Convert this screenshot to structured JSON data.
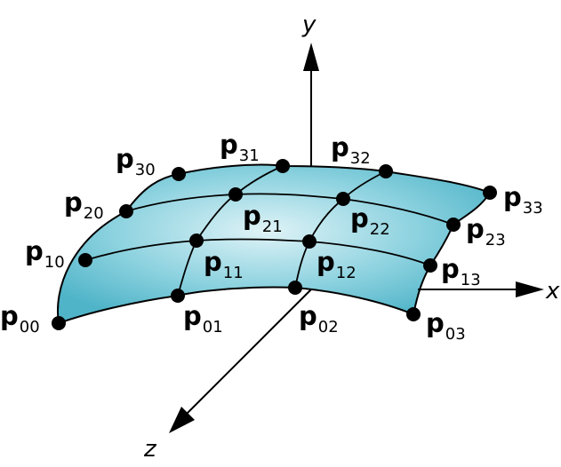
{
  "figure": {
    "axes": {
      "x": "x",
      "y": "y",
      "z": "z"
    },
    "control_points": [
      {
        "id": "p00",
        "letter": "p",
        "sub": "00"
      },
      {
        "id": "p01",
        "letter": "p",
        "sub": "01"
      },
      {
        "id": "p02",
        "letter": "p",
        "sub": "02"
      },
      {
        "id": "p03",
        "letter": "p",
        "sub": "03"
      },
      {
        "id": "p10",
        "letter": "p",
        "sub": "10"
      },
      {
        "id": "p11",
        "letter": "p",
        "sub": "11"
      },
      {
        "id": "p12",
        "letter": "p",
        "sub": "12"
      },
      {
        "id": "p13",
        "letter": "p",
        "sub": "13"
      },
      {
        "id": "p20",
        "letter": "p",
        "sub": "20"
      },
      {
        "id": "p21",
        "letter": "p",
        "sub": "21"
      },
      {
        "id": "p22",
        "letter": "p",
        "sub": "22"
      },
      {
        "id": "p23",
        "letter": "p",
        "sub": "23"
      },
      {
        "id": "p30",
        "letter": "p",
        "sub": "30"
      },
      {
        "id": "p31",
        "letter": "p",
        "sub": "31"
      },
      {
        "id": "p32",
        "letter": "p",
        "sub": "32"
      },
      {
        "id": "p33",
        "letter": "p",
        "sub": "33"
      }
    ],
    "colors": {
      "surface_light": "#dff3f7",
      "surface_mid": "#8fd3e0",
      "surface_dark": "#4fb4c8",
      "ink": "#000000"
    }
  }
}
